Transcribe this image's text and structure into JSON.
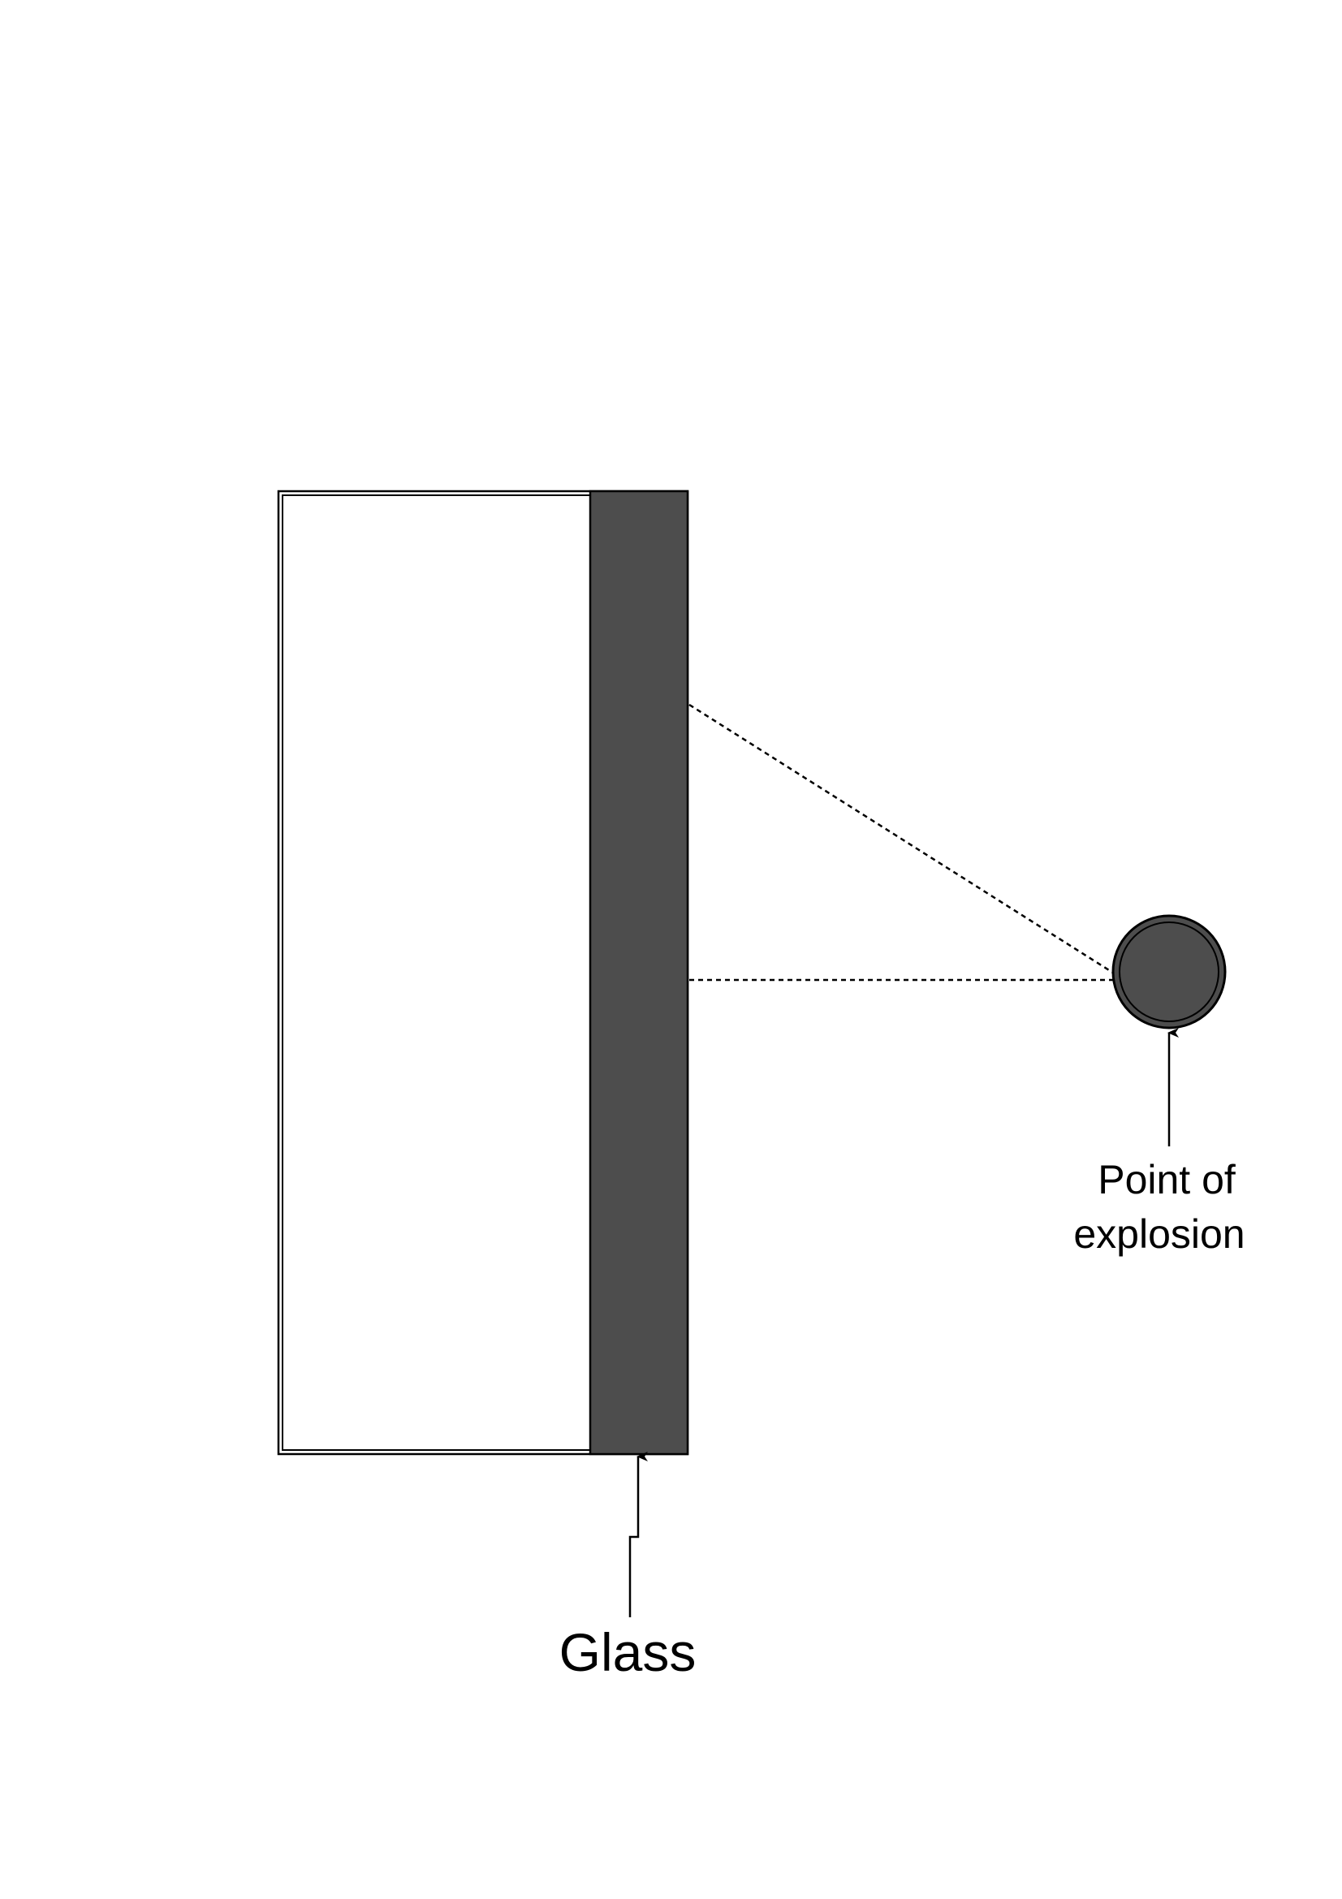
{
  "labels": {
    "glass": "Glass",
    "explosion_line1": "Point of",
    "explosion_line2": "explosion"
  },
  "colors": {
    "glass_fill": "#4d4d4d",
    "outline": "#000000",
    "frame_fill": "#ffffff",
    "explosion_fill": "#4d4d4d"
  },
  "icons": {
    "explosion_marker": "filled-circle"
  }
}
